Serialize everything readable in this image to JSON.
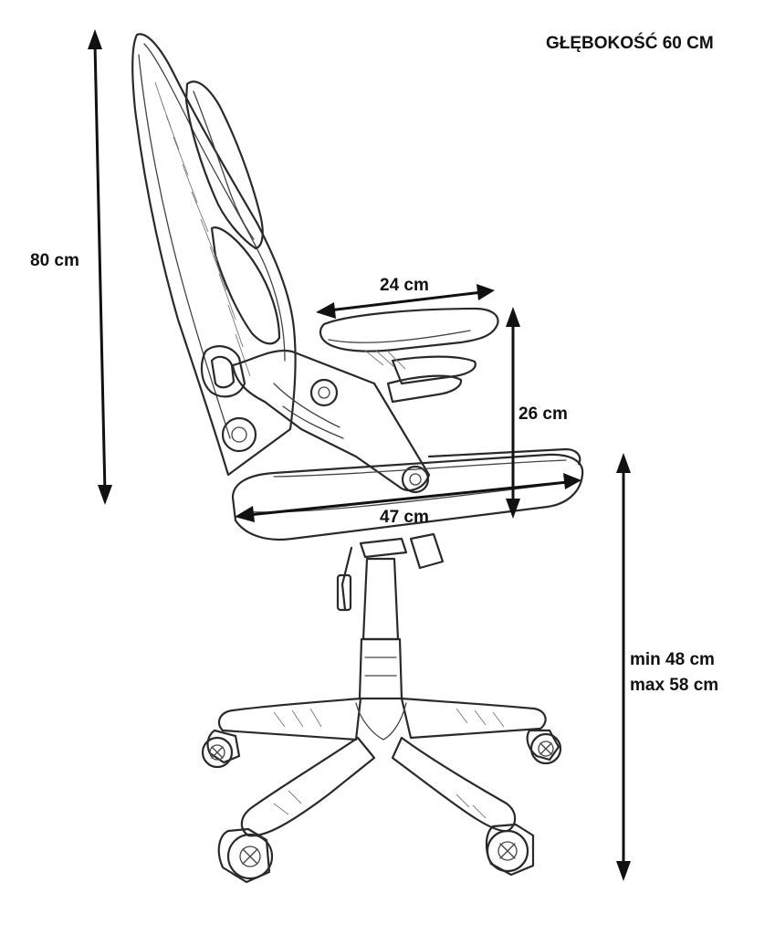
{
  "title": "GŁĘBOKOŚĆ 60 CM",
  "dimensions": {
    "height_total": "80 cm",
    "armrest_length": "24 cm",
    "armrest_height": "26 cm",
    "seat_width": "47 cm",
    "seat_height_min": "min 48 cm",
    "seat_height_max": "max 58 cm"
  },
  "colors": {
    "line": "#2a2a2a",
    "text": "#111111",
    "background": "#ffffff"
  }
}
